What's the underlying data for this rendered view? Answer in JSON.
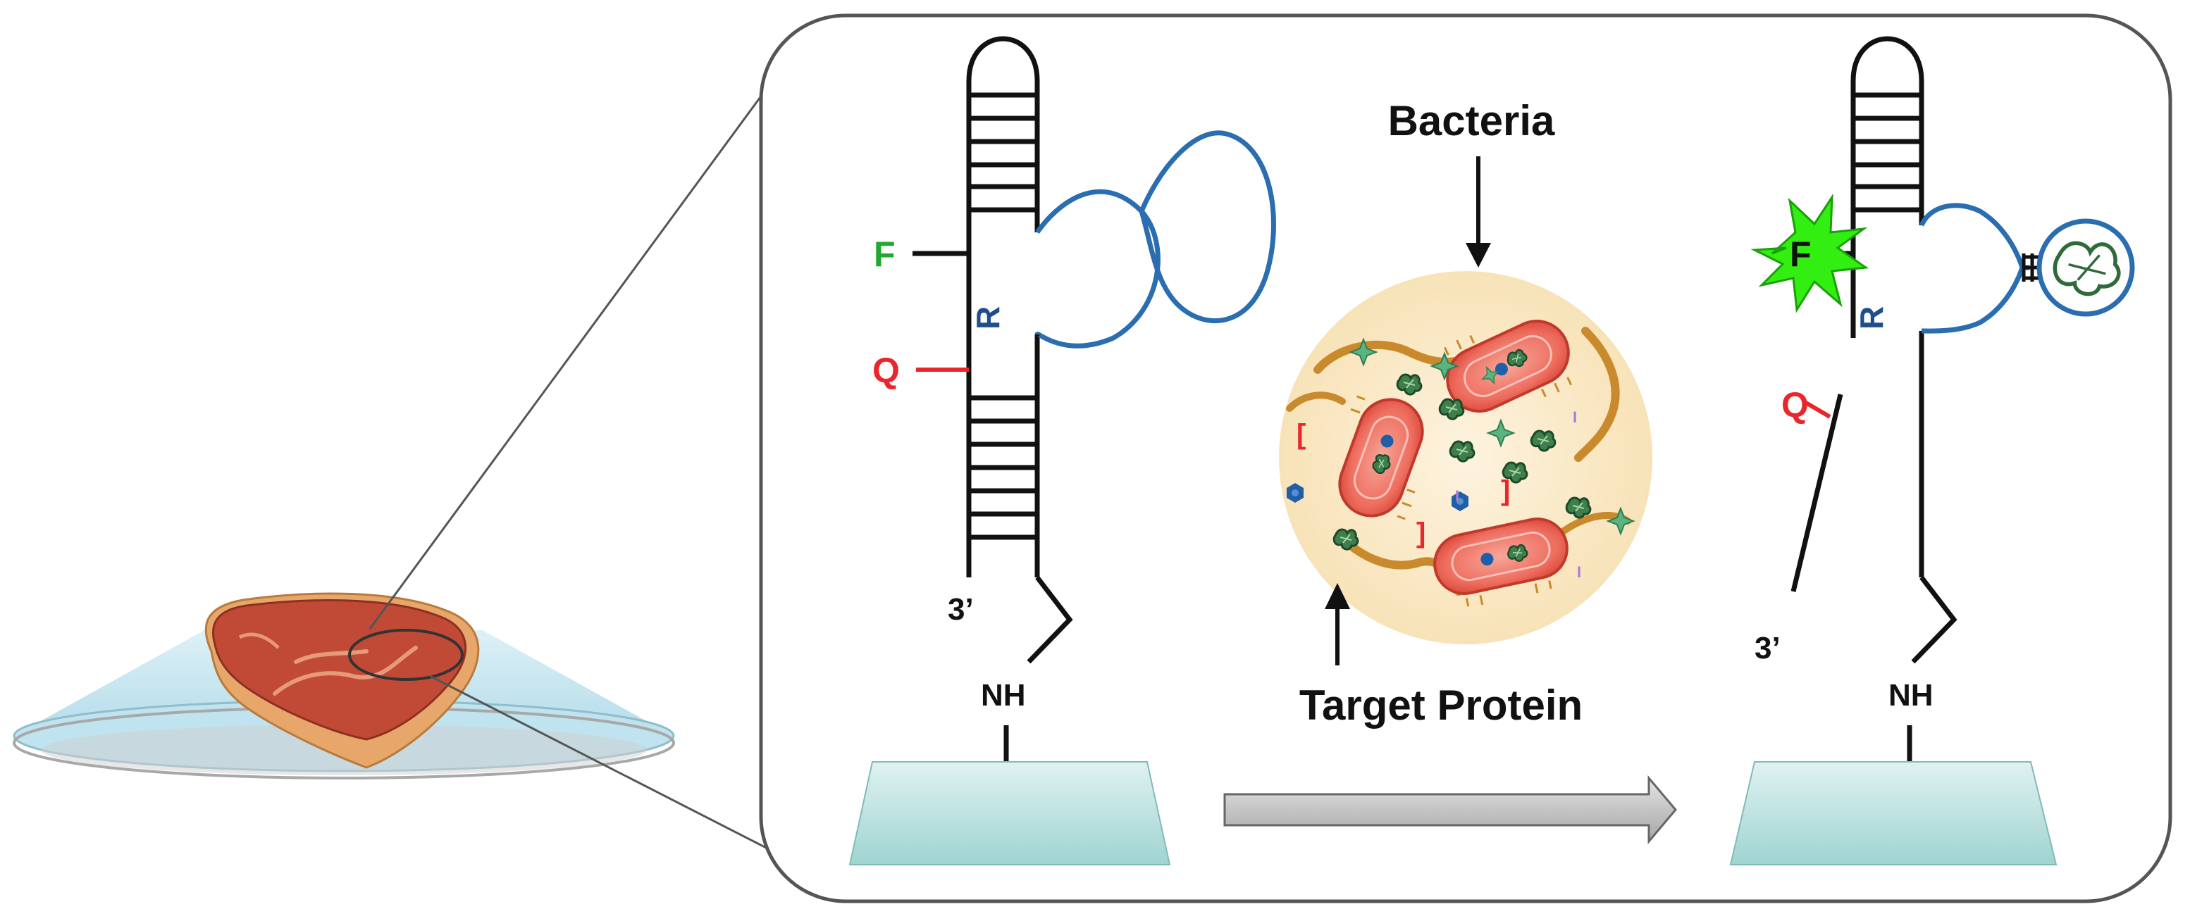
{
  "labels": {
    "bacteria": "Bacteria",
    "target_protein": "Target Protein",
    "left_probe": {
      "fluorophore": "F",
      "quencher": "Q",
      "restriction": "R",
      "end_3prime": "3’",
      "amine": "NH"
    },
    "right_probe": {
      "fluorophore": "F",
      "quencher": "Q",
      "restriction": "R",
      "end_3prime": "3’",
      "amine": "NH"
    }
  },
  "colors": {
    "fluorophore_label": "#1faa2e",
    "quencher_label": "#e8262b",
    "restriction_label": "#1f4e8c",
    "aptamer": "#2a6db0",
    "fluorescence_burst": "#33ee11",
    "bacteria_cell": "#e8574a",
    "circle_background": "#fbeac8",
    "substrate": "#a9dcd8",
    "arrow_fill": "#c8c8c8"
  },
  "icons": {
    "process_arrow": "right-arrow-icon",
    "fluorescence": "starburst-icon",
    "meat_sample": "meat-icon",
    "petri_dish": "petri-dish-icon"
  }
}
